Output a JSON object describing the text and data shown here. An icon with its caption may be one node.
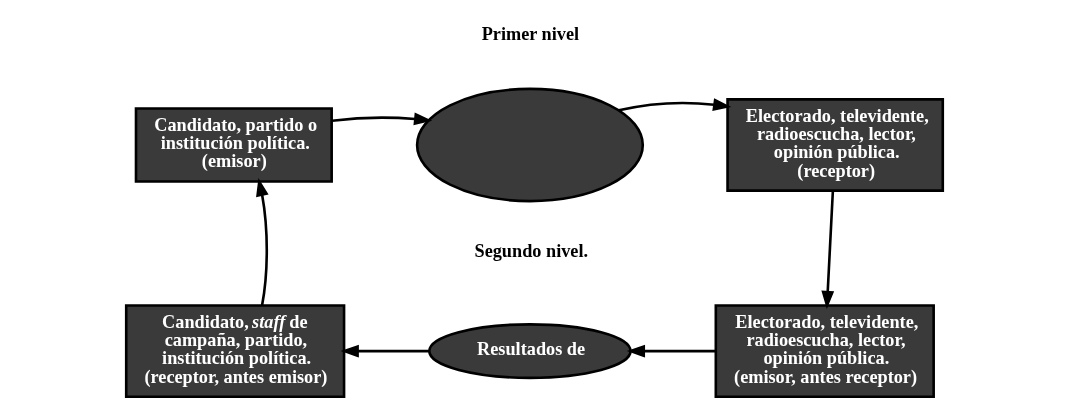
{
  "diagram": {
    "nodes": [
      {
        "text": [
          "Candidato, partido o institución política.",
          "(emisor)"
        ]
      },
      {
        "text": [],
        "shape": "ellipse"
      },
      {
        "text": [
          "Electorado, televidente, radioescucha, lector, opinión pública.",
          "(receptor)"
        ]
      },
      {
        "text": [
          "Candidato, *staff* de campaña, partido, institución política.",
          "(receptor, antes emisor)"
        ]
      },
      {
        "text": [
          "Resultados de"
        ]
      },
      {
        "text": [
          "Electorado, televidente, radioescucha, lector, opinión pública.",
          "(emisor, antes receptor)"
        ]
      }
    ],
    "edges": [
      {
        "from": 0,
        "to": 1,
        "arrow": "to"
      },
      {
        "from": 1,
        "to": 2,
        "arrow": "to"
      },
      {
        "from": 2,
        "to": 5,
        "arrow": "to"
      },
      {
        "from": 5,
        "to": 4,
        "arrow": "to"
      },
      {
        "from": 4,
        "to": 3,
        "arrow": "to"
      },
      {
        "from": 3,
        "to": 0,
        "arrow": "to"
      }
    ],
    "labels": [
      "Primer nivel",
      "Segundo nivel."
    ]
  }
}
